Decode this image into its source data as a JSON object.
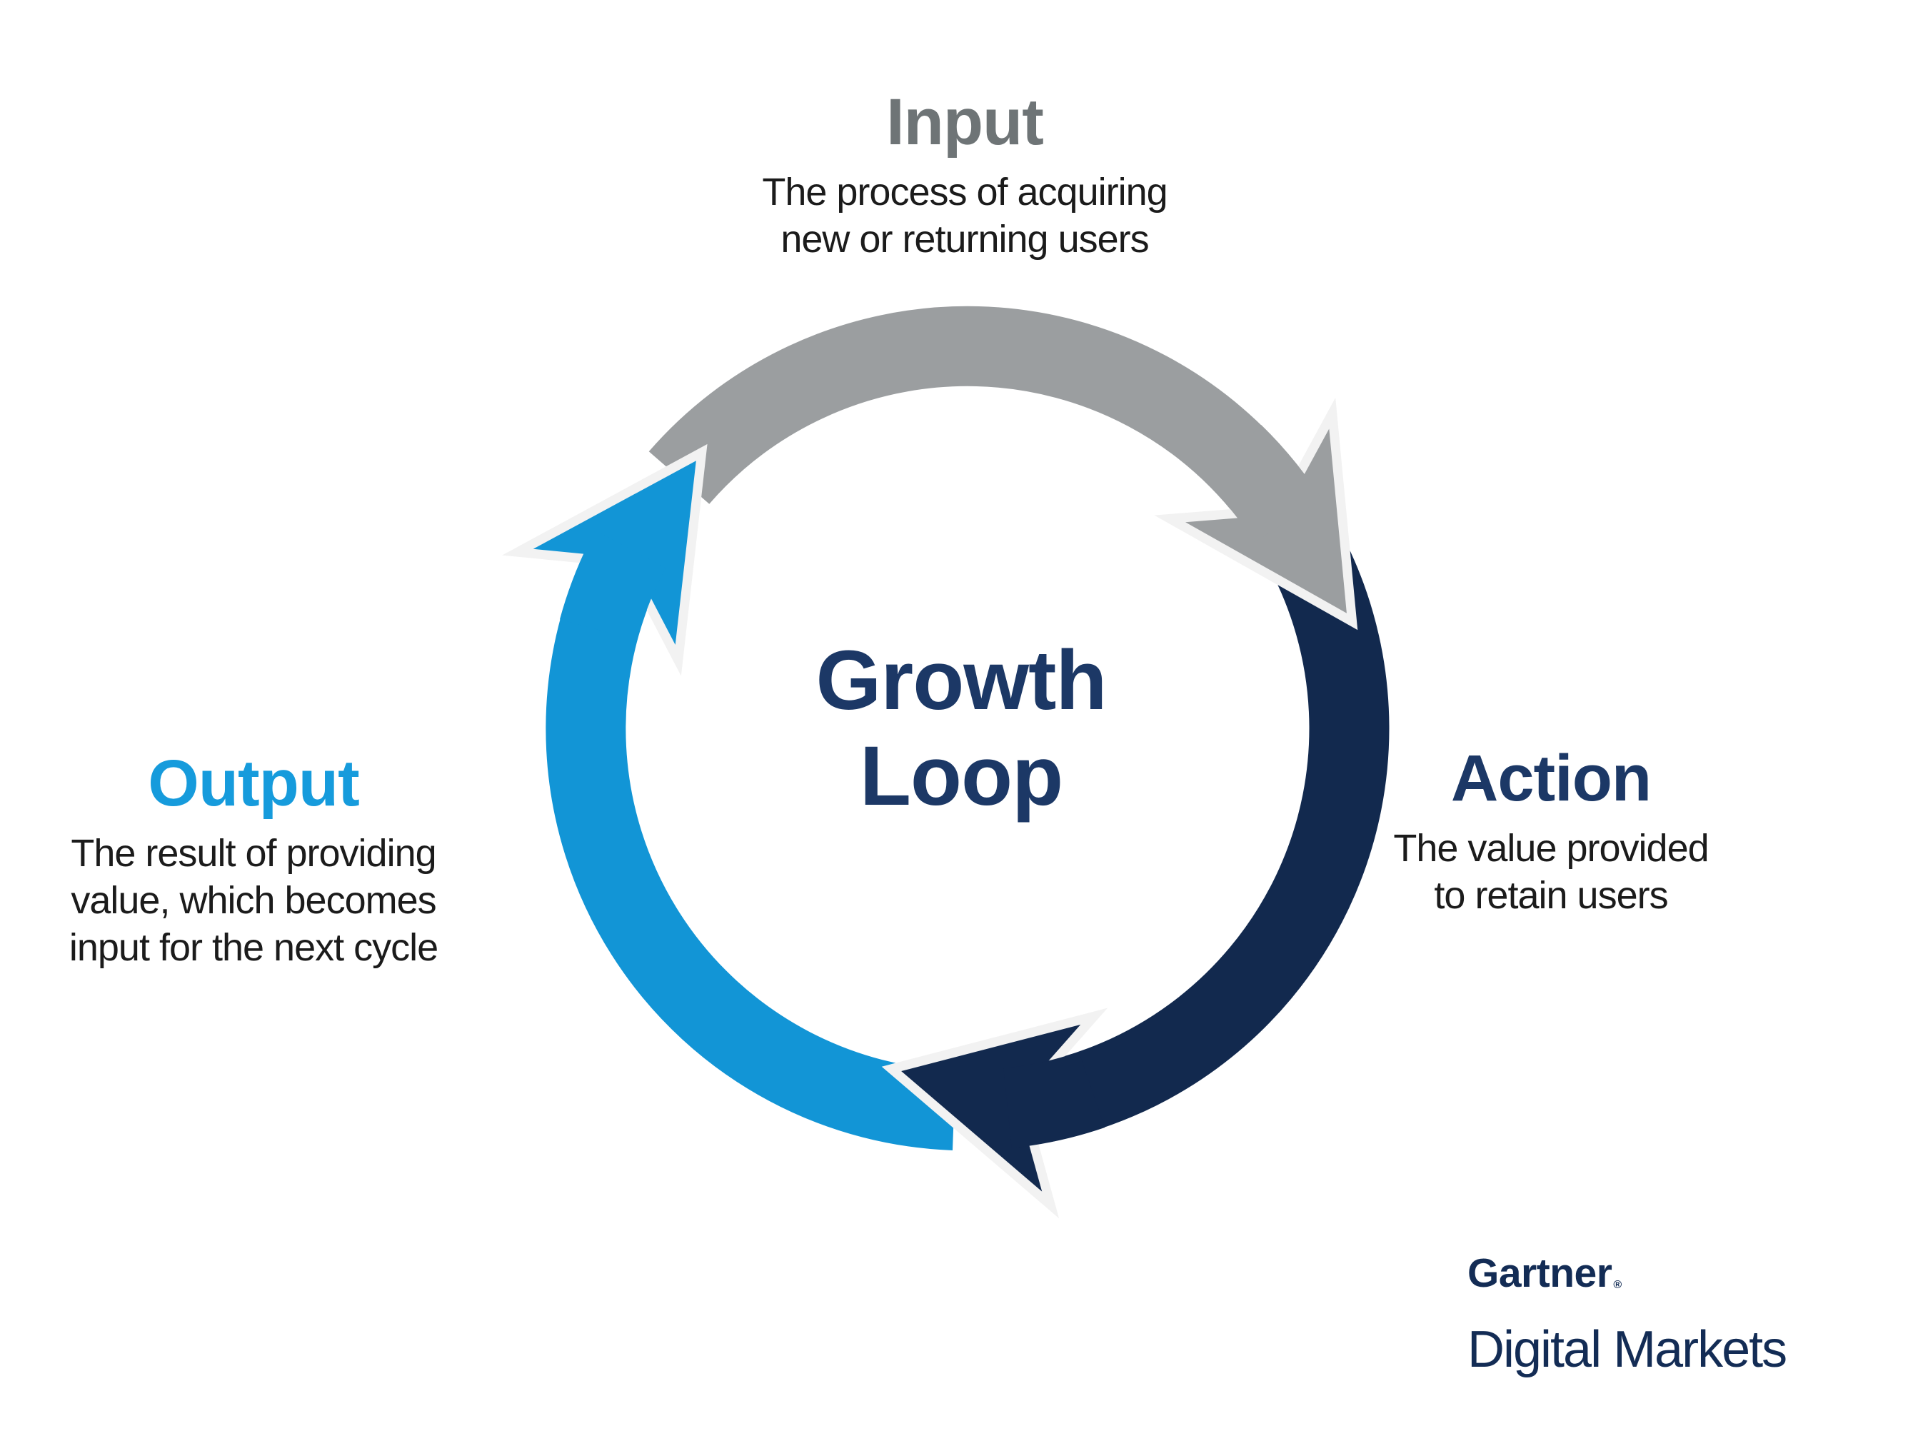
{
  "diagram": {
    "center_title": {
      "line1": "Growth",
      "line2": "Loop"
    },
    "steps": {
      "input": {
        "title": "Input",
        "desc_line1": "The process of acquiring",
        "desc_line2": "new or returning users",
        "arc_color": "#9b9ea0",
        "title_color": "#6e7476"
      },
      "action": {
        "title": "Action",
        "desc_line1": "The value provided",
        "desc_line2": "to retain users",
        "arc_color": "#12294e",
        "title_color": "#1c3866"
      },
      "output": {
        "title": "Output",
        "desc_line1": "The result of providing",
        "desc_line2": "value, which becomes",
        "desc_line3": "input for the next cycle",
        "arc_color": "#1295d6",
        "title_color": "#169bdc"
      }
    },
    "colors": {
      "center_title_text": "#1c3866",
      "body_text": "#1b1b1b",
      "arrow_outline": "#f2f2f2",
      "background": "#ffffff"
    }
  },
  "logo": {
    "brand": "Gartner",
    "registered_mark": "®",
    "division": "Digital Markets",
    "color": "#132c55"
  }
}
